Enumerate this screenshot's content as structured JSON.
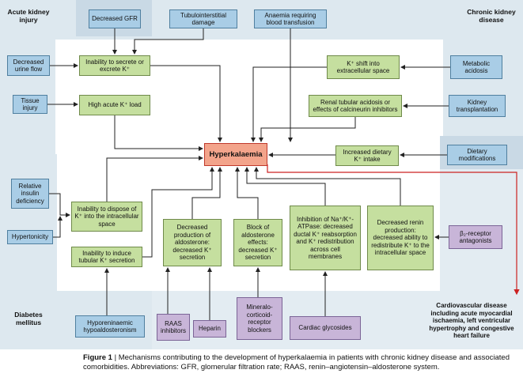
{
  "regions": {
    "acute_kidney_injury": "Acute kidney injury",
    "chronic_kidney_disease": "Chronic kidney disease",
    "diabetes_mellitus": "Diabetes mellitus"
  },
  "central": "Hyperkalaemia",
  "green": {
    "inability_secrete": "Inability to secrete or excrete K⁺",
    "high_load": "High acute K⁺ load",
    "k_shift": "K⁺ shift into extracellular space",
    "rta": "Renal tubular acidosis or effects of calcineurin inhibitors",
    "dietary_intake": "Increased dietary K⁺ intake",
    "dispose": "Inability to dispose of K⁺ into the intracellular space",
    "induce_secretion": "Inability to induce tubular K⁺ secretion",
    "aldosterone_production": "Decreased production of aldosterone: decreased K⁺ secretion",
    "aldosterone_block": "Block of aldosterone effects: decreased K⁺ secretion",
    "atpase": "Inhibition of Na⁺/K⁺-ATPase: decreased ductal K⁺ reabsorption and K⁺ redistribution across cell membranes",
    "renin": "Decreased renin production: decreased ability to redistribute K⁺ to the intracellular space"
  },
  "blue": {
    "gfr": "Decreased GFR",
    "tubulo": "Tubulointerstitial damage",
    "anaemia": "Anaemia requiring blood transfusion",
    "urine": "Decreased urine flow",
    "tissue": "Tissue injury",
    "metabolic": "Metabolic acidosis",
    "transplant": "Kidney transplantation",
    "dietary_mod": "Dietary modifications",
    "insulin": "Relative insulin deficiency",
    "hypertonicity": "Hypertonicity",
    "hyporeninaemic": "Hyporeninaemic hypoaldosteronism"
  },
  "purple": {
    "raas": "RAAS inhibitors",
    "heparin": "Heparin",
    "mineralo": "Mineralo-corticoid-receptor blockers",
    "cardiac": "Cardiac glycosides",
    "beta": "β₂-receptor antagonists"
  },
  "cardio_note": "Cardiovascular disease including acute myocardial ischaemia, left ventricular hypertrophy and congestive heart failure",
  "caption": {
    "label": "Figure 1",
    "text": " | Mechanisms contributing to the development of hyperkalaemia in patients with chronic kidney disease and associated comorbidities. Abbreviations: GFR, glomerular filtration rate; RAAS, renin–angiotensin–aldosterone system."
  },
  "colors": {
    "region": "#dde8ef",
    "green": "#c5df9f",
    "blue": "#a9cde6",
    "purple": "#c8b5d8",
    "central": "#f3a48b",
    "red_arrow": "#cc2222"
  }
}
